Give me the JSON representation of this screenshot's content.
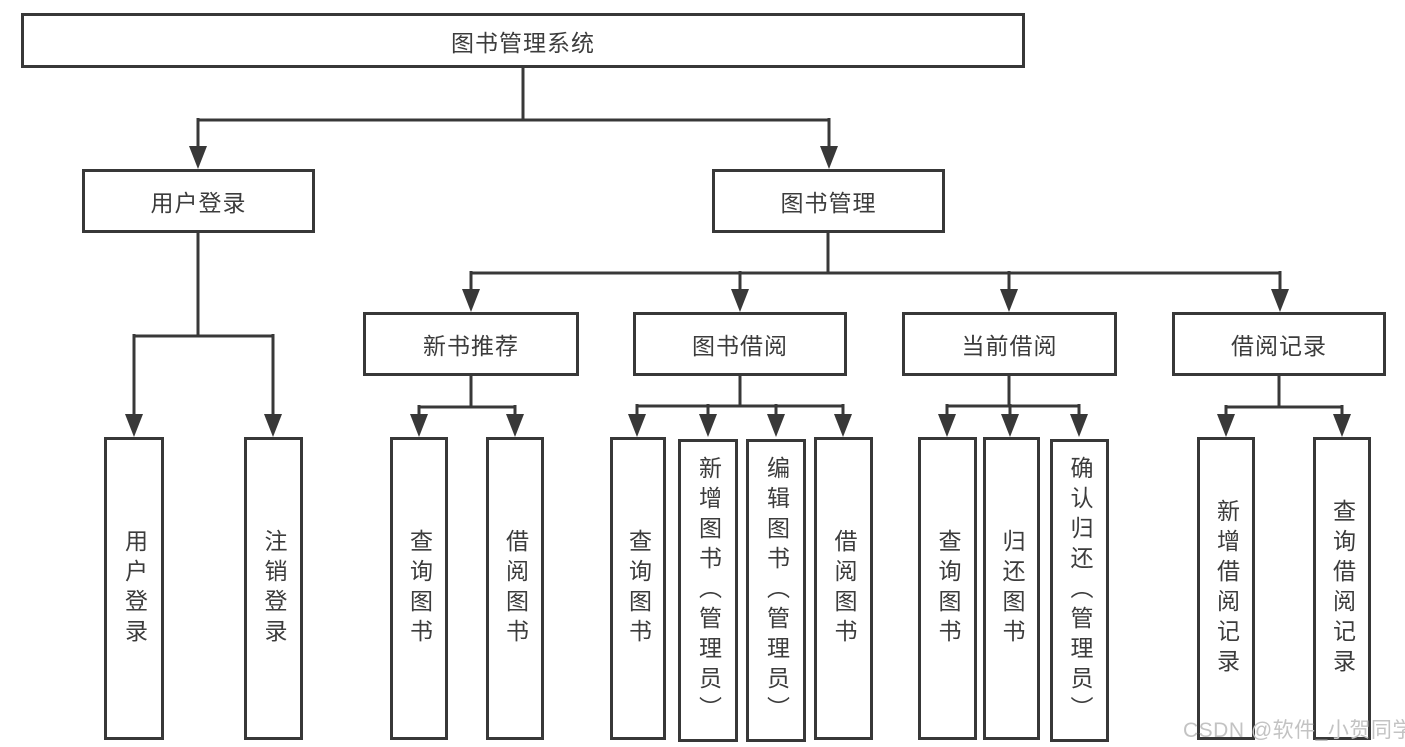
{
  "diagram": {
    "root": {
      "label": "图书管理系统"
    },
    "branches": [
      {
        "label": "用户登录"
      },
      {
        "label": "图书管理"
      }
    ],
    "modules": [
      {
        "label": "新书推荐"
      },
      {
        "label": "图书借阅"
      },
      {
        "label": "当前借阅"
      },
      {
        "label": "借阅记录"
      }
    ],
    "leaves": [
      {
        "label": "用户登录"
      },
      {
        "label": "注销登录"
      },
      {
        "label": "查询图书"
      },
      {
        "label": "借阅图书"
      },
      {
        "label": "查询图书"
      },
      {
        "label": "新增图书（管理员）"
      },
      {
        "label": "编辑图书（管理员）"
      },
      {
        "label": "借阅图书"
      },
      {
        "label": "查询图书"
      },
      {
        "label": "归还图书"
      },
      {
        "label": "确认归还（管理员）"
      },
      {
        "label": "新增借阅记录"
      },
      {
        "label": "查询借阅记录"
      }
    ],
    "colors": {
      "line": "#383838",
      "text": "#3c3c3c",
      "watermark": "#c3c3c3"
    },
    "watermark": "CSDN @软件_小贺同学"
  }
}
